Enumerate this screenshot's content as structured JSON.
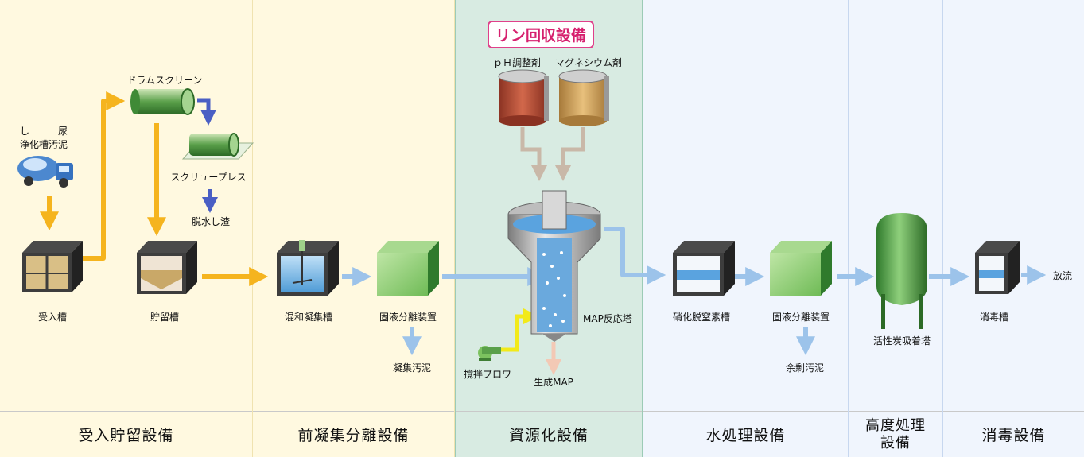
{
  "sections": [
    {
      "label": "受入貯留設備"
    },
    {
      "label": "前凝集分離設備"
    },
    {
      "label": "資源化設備"
    },
    {
      "label": "水処理設備"
    },
    {
      "label_line1": "高度処理",
      "label_line2": "設備"
    },
    {
      "label": "消毒設備"
    }
  ],
  "inputs": {
    "line1": "し　　　尿",
    "line2": "浄化槽汚泥"
  },
  "equipment": {
    "drum_screen": "ドラムスクリーン",
    "screw_press": "スクリュープレス",
    "dewatered_residue": "脱水し渣",
    "receiving_tank": "受入槽",
    "storage_tank": "貯留槽",
    "mixing_tank": "混和凝集槽",
    "solid_liquid_1": "固液分離装置",
    "coag_sludge": "凝集汚泥",
    "phosphorus_title": "リン回収設備",
    "ph_agent": "ｐＨ調整剤",
    "mg_agent": "マグネシウム剤",
    "map_reactor": "MAP反応塔",
    "blower": "撹拌ブロワ",
    "map_product": "生成MAP",
    "nitrification_tank": "硝化脱窒素槽",
    "solid_liquid_2": "固液分離装置",
    "excess_sludge": "余剰汚泥",
    "carbon_tower": "活性炭吸着塔",
    "disinfection_tank": "消毒槽",
    "discharge": "放流"
  },
  "colors": {
    "flow_orange": "#f5b41e",
    "flow_blue": "#9cc3ea",
    "flow_indigo": "#4a5fc4",
    "reagent": "#c9b8a8",
    "air_yellow": "#f2ea1a",
    "map_product": "#f3c9b5",
    "highlight": "#e0408a"
  },
  "icons": [
    "truck-icon",
    "drum-screen-icon",
    "screw-press-icon",
    "tank-icon",
    "reactor-icon",
    "blower-icon",
    "carbon-tower-icon"
  ]
}
